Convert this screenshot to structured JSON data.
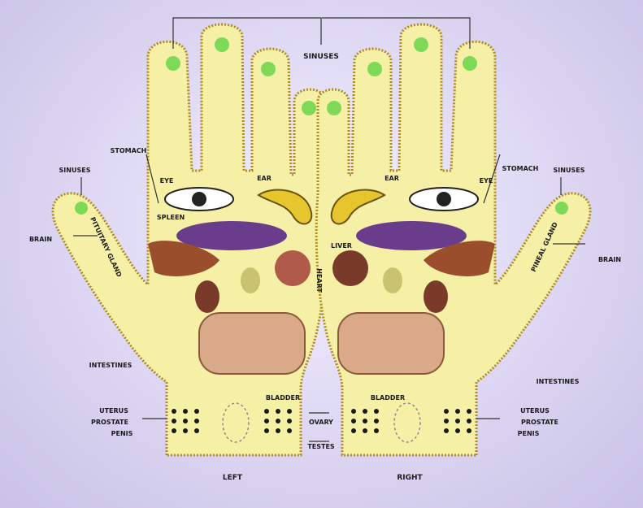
{
  "labels": {
    "sinuses": "SINUSES",
    "sinuses_left": "SINUSES",
    "sinuses_right": "SINUSES",
    "eye_left": "EYE",
    "eye_right": "EYE",
    "ear_left": "EAR",
    "ear_right": "EAR",
    "stomach_left": "STOMACH",
    "stomach_right": "STOMACH",
    "brain_left": "BRAIN",
    "brain_right": "BRAIN",
    "spleen": "SPLEEN",
    "liver": "LIVER",
    "heart": "HEART",
    "intestines_left": "INTESTINES",
    "intestines_right": "INTESTINES",
    "bladder_left": "BLADDER",
    "bladder_right": "BLADDER",
    "ovary": "OVARY",
    "testes": "TESTES",
    "uterus_left": "UTERUS",
    "uterus_right": "UTERUS",
    "prostate_left": "PROSTATE",
    "prostate_right": "PROSTATE",
    "penis_left": "PENIS",
    "penis_right": "PENIS",
    "left": "LEFT",
    "right": "RIGHT",
    "pituitary_gland": "PITUITARY GLAND",
    "pineal_gland": "PINEAL GLAND"
  },
  "colors": {
    "hand_fill": "#f6f0a6",
    "hand_outline": "#b08b20",
    "fingertip_point": "#7ed957",
    "stomach_purple": "#6a3c8c",
    "liver_brown": "#9a4e2b",
    "intestine_tan": "#d9a98a"
  }
}
